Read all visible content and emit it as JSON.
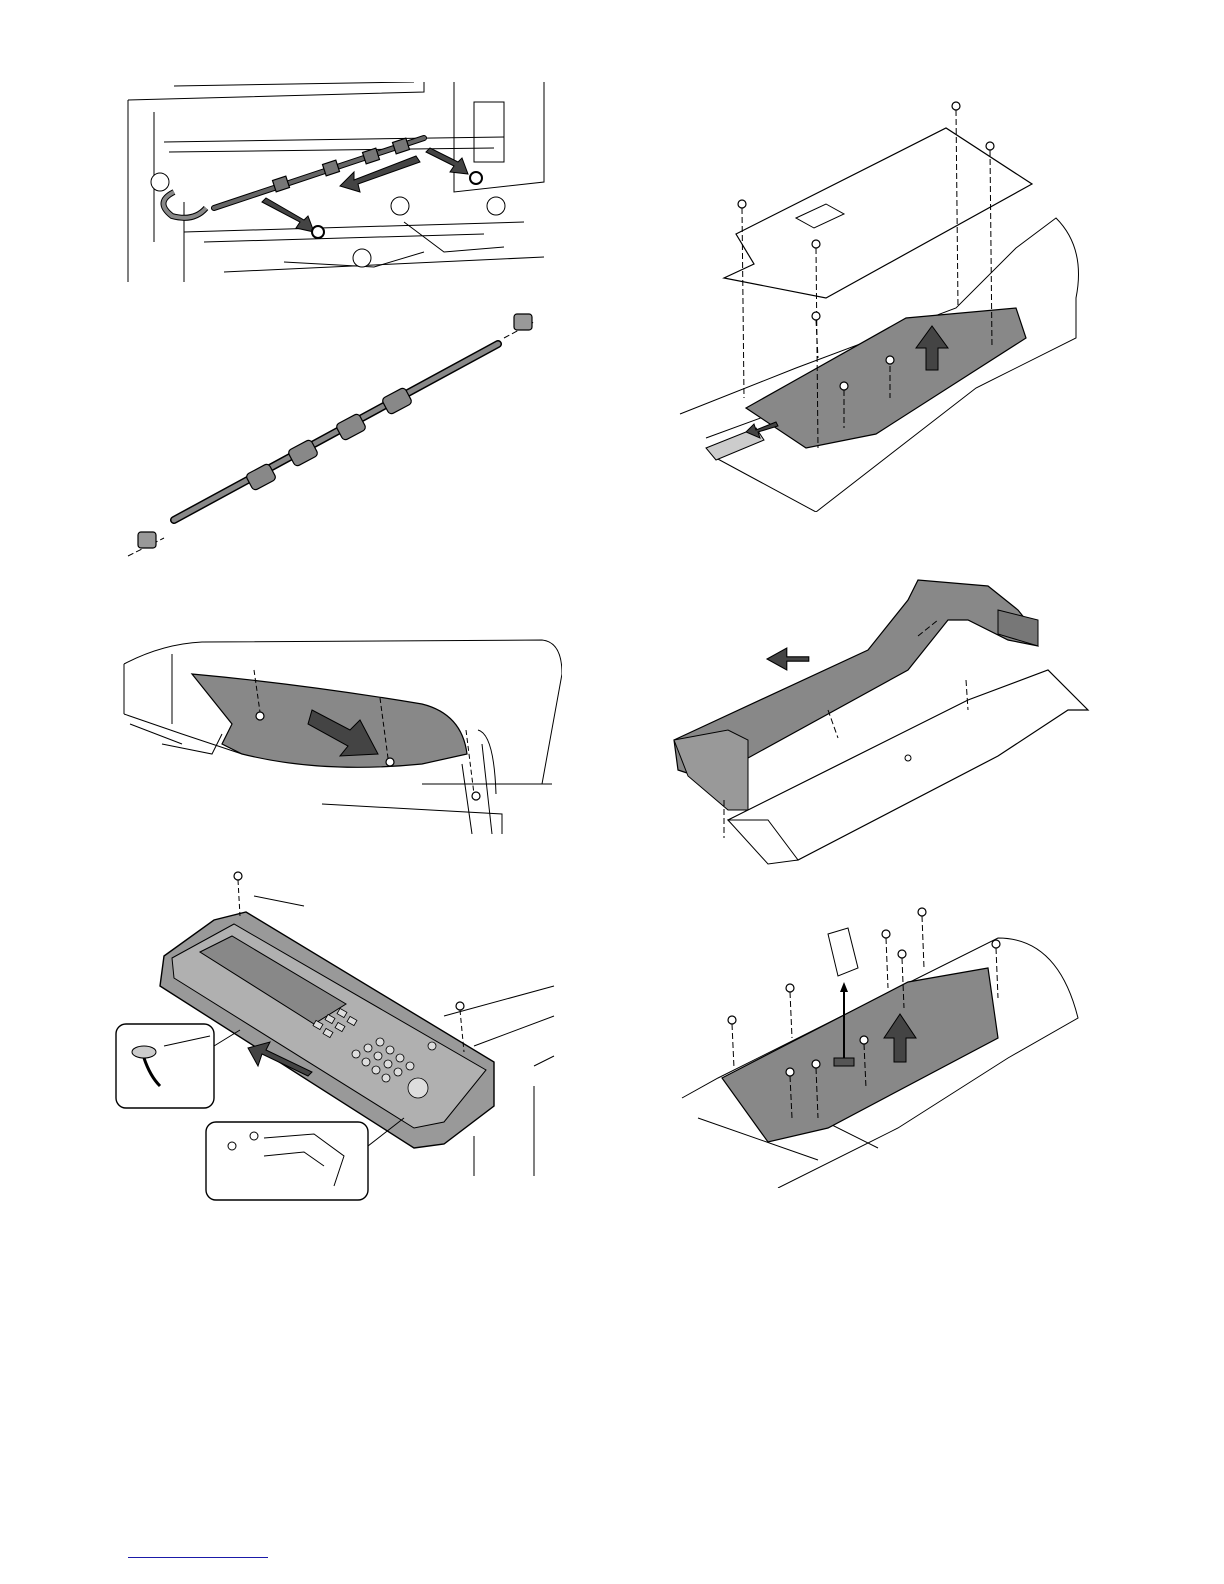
{
  "page": {
    "background": "#ffffff",
    "line_color": "#000000",
    "part_fill": "#808080",
    "panel_fill": "#a0a0a0",
    "footer_rule_color": "#1a1aa8"
  },
  "figures": [
    {
      "id": "fig-1",
      "icon": "paper-feed-roller-removal"
    },
    {
      "id": "fig-2",
      "icon": "roller-shaft-with-bushings"
    },
    {
      "id": "fig-3",
      "icon": "cover-removal-three-screws"
    },
    {
      "id": "fig-4",
      "icon": "operation-panel-removal"
    },
    {
      "id": "fig-5",
      "icon": "pwb-cover-removal"
    },
    {
      "id": "fig-6",
      "icon": "panel-frame-separation"
    },
    {
      "id": "fig-7",
      "icon": "pwb-removal"
    }
  ]
}
